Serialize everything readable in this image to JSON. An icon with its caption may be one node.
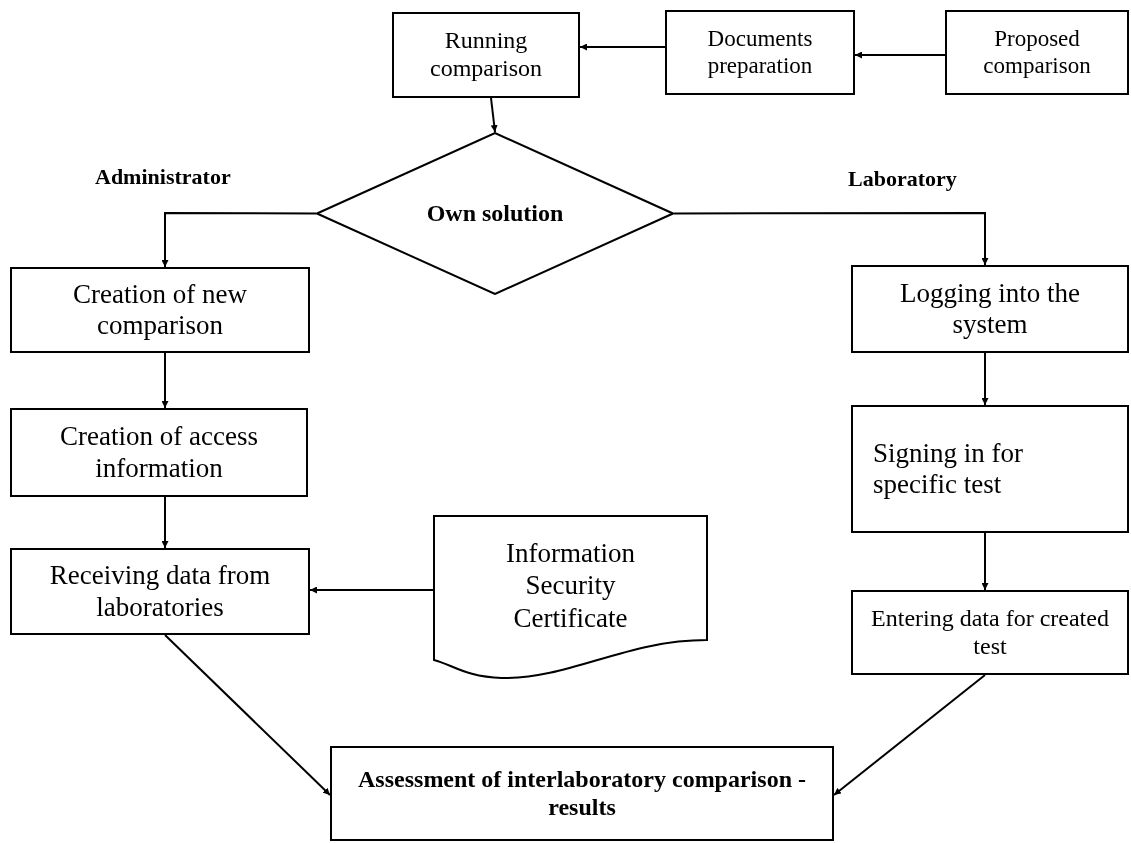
{
  "diagram": {
    "nodes": [
      {
        "text": [
          "Running comparison"
        ]
      },
      {
        "text": [
          "Documents preparation"
        ]
      },
      {
        "text": [
          "Proposed comparison"
        ]
      },
      {
        "text": [
          "Own solution"
        ]
      },
      {
        "text": [
          "Creation of new comparison"
        ]
      },
      {
        "text": [
          "Creation of access information"
        ]
      },
      {
        "text": [
          "Receiving data from laboratories"
        ]
      },
      {
        "text": [
          "Information Security Certificate"
        ]
      },
      {
        "text": [
          "Logging into the system"
        ]
      },
      {
        "text": [
          "Signing in for specific test"
        ]
      },
      {
        "text": [
          "Entering data for created test"
        ]
      },
      {
        "text": [
          "Assessment of interlaboratory comparison - results"
        ]
      }
    ],
    "edges": [
      {
        "from": 1,
        "to": 0,
        "arrow": "to"
      },
      {
        "from": 2,
        "to": 1,
        "arrow": "to"
      },
      {
        "from": 0,
        "to": 3,
        "arrow": "to"
      },
      {
        "from": 3,
        "to": 4,
        "arrow": "to"
      },
      {
        "from": 3,
        "to": 8,
        "arrow": "to"
      },
      {
        "from": 4,
        "to": 5,
        "arrow": "to"
      },
      {
        "from": 5,
        "to": 6,
        "arrow": "to"
      },
      {
        "from": 7,
        "to": 6,
        "arrow": "to"
      },
      {
        "from": 8,
        "to": 9,
        "arrow": "to"
      },
      {
        "from": 9,
        "to": 10,
        "arrow": "to"
      },
      {
        "from": 6,
        "to": 11,
        "arrow": "to"
      },
      {
        "from": 10,
        "to": 11,
        "arrow": "to"
      }
    ],
    "labels": [
      "Administrator",
      "Laboratory"
    ]
  }
}
